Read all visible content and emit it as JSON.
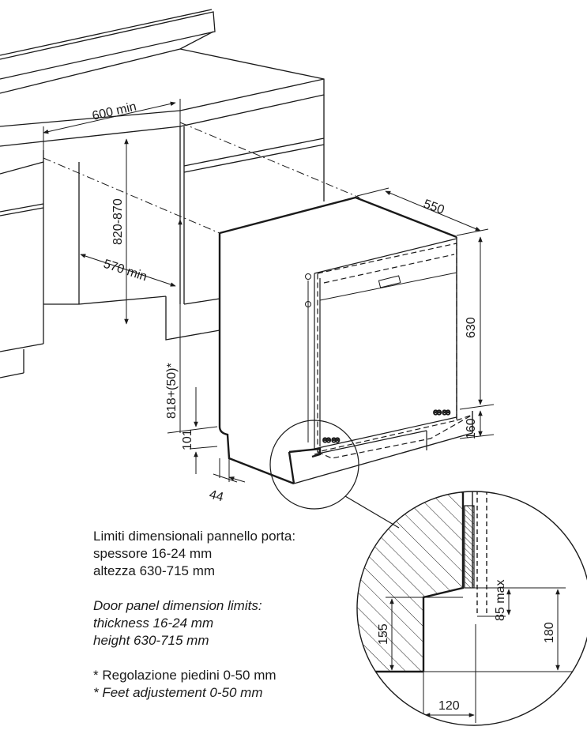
{
  "dimensions": {
    "width_min": "600 min",
    "niche_height": "820-870",
    "niche_depth": "570 min",
    "appliance_depth": "550",
    "body_height": "630",
    "plinth_height": "160",
    "total_height": "818+(50)*",
    "plinth_offset": "101",
    "door_setback": "44",
    "detail_155": "155",
    "detail_85max": "85 max",
    "detail_180": "180",
    "detail_120": "120"
  },
  "notes": {
    "it_title": "Limiti dimensionali pannello porta:",
    "it_thickness": "spessore 16-24 mm",
    "it_height": "altezza 630-715 mm",
    "en_title": "Door panel dimension limits:",
    "en_thickness": "thickness 16-24 mm",
    "en_height": "height 630-715 mm",
    "it_feet": "* Regolazione piedini 0-50 mm",
    "en_feet": "* Feet adjustement 0-50 mm"
  }
}
